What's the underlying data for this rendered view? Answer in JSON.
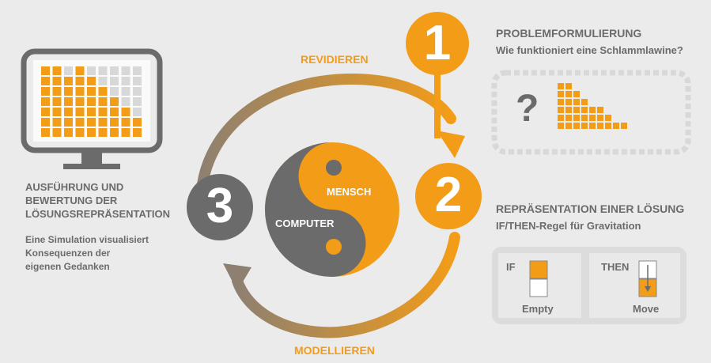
{
  "colors": {
    "orange": "#f39c18",
    "dark_grey": "#6b6b6b",
    "light_grey": "#d8d8d8",
    "background": "#ebebeb",
    "taupe": "#a38f75"
  },
  "cycle": {
    "top_arrow_label": "REVIDIEREN",
    "bottom_arrow_label": "MODELLIEREN",
    "center_label_human": "MENSCH",
    "center_label_computer": "COMPUTER"
  },
  "steps": [
    {
      "number": "1",
      "title": "PROBLEMFORMULIERUNG",
      "subtitle": "Wie funktioniert eine Schlammlawine?",
      "illustration_symbol": "?"
    },
    {
      "number": "2",
      "title": "REPRÄSENTATION EINER LÖSUNG",
      "subtitle": "IF/THEN-Regel für Gravitation",
      "rule": {
        "if_label": "IF",
        "then_label": "THEN",
        "if_caption": "Empty",
        "then_caption": "Move"
      }
    },
    {
      "number": "3",
      "title_lines": [
        "AUSFÜHRUNG UND",
        "BEWERTUNG DER",
        "LÖSUNGSREPRÄSENTATION"
      ],
      "description_lines": [
        "Eine Simulation visualisiert",
        "Konsequenzen der",
        "eigenen Gedanken"
      ]
    }
  ]
}
